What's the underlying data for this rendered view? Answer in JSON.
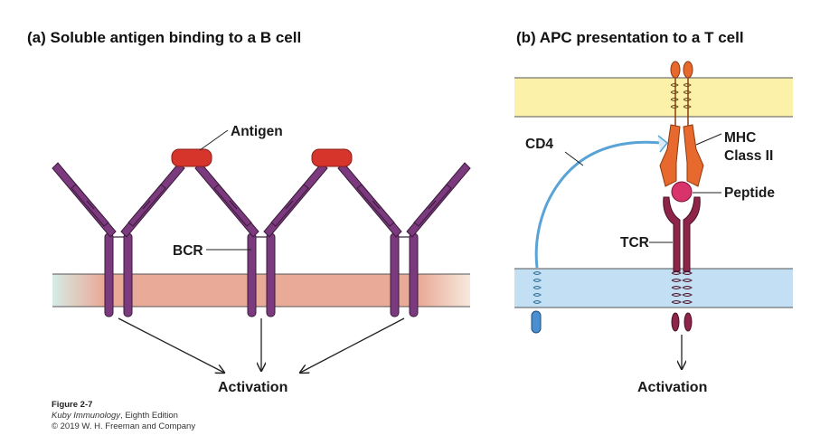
{
  "panel_a": {
    "title": "(a) Soluble antigen binding to a B cell",
    "antigen_label": "Antigen",
    "bcr_label": "BCR",
    "activation_label": "Activation"
  },
  "panel_b": {
    "title": "(b) APC presentation to a T cell",
    "cd4_label": "CD4",
    "mhc_label_line1": "MHC",
    "mhc_label_line2": "Class II",
    "peptide_label": "Peptide",
    "tcr_label": "TCR",
    "activation_label": "Activation"
  },
  "caption": {
    "figure": "Figure 2-7",
    "book_title": "Kuby Immunology",
    "edition": ", Eighth Edition",
    "copyright": "© 2019 W. H. Freeman and Company"
  },
  "colors": {
    "antibody": "#7b3a7d",
    "antigen": "#d6352b",
    "b_membrane": "#e9aa98",
    "apc_membrane": "#fbf1a8",
    "t_membrane": "#c3dff3",
    "cd4": "#5aa3d6",
    "mhc": "#e8692e",
    "peptide": "#d8336a",
    "tcr": "#8d2449"
  }
}
